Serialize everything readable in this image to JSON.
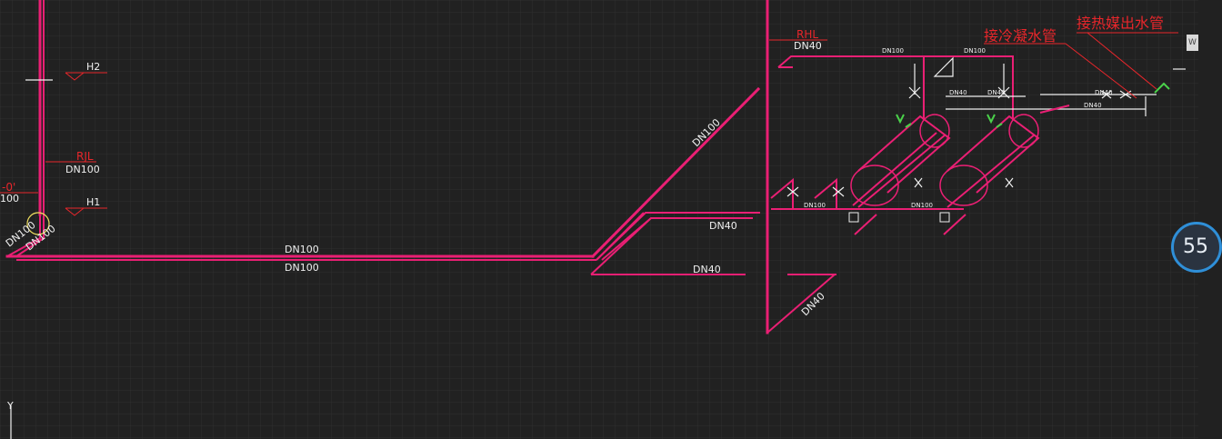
{
  "labels": {
    "h2": "H2",
    "h1": "H1",
    "rjl": "RJL",
    "rhl": "RHL",
    "elev": "-0'",
    "dn100_left": "100",
    "dn100_elbow_a": "DN100",
    "dn100_elbow_b": "DN100",
    "dn100_riser": "DN100",
    "dn100_bottom_top": "DN100",
    "dn100_bottom_bot": "DN100",
    "dn100_diag": "DN100",
    "dn40_rhl": "DN40",
    "dn40_mid": "DN40",
    "dn40_low": "DN40",
    "dn40_diag": "DN40",
    "cn_condense": "接冷凝水管",
    "cn_heat_out": "接热媒出水管",
    "small_dn100_a": "DN100",
    "small_dn100_b": "DN100",
    "small_dn100_c": "DN100",
    "small_dn100_d": "DN100",
    "small_dn40_a": "DN40",
    "small_dn40_b": "DN40",
    "small_dn40_c": "DN40",
    "small_dn40_d": "DN40",
    "y_axis": "Y"
  },
  "ui": {
    "zoom": "55",
    "side_tab": "W"
  },
  "colors": {
    "background": "#212121",
    "grid": "#2e2e2e",
    "pipe": "#ea1f74",
    "annotation": "#e8262b",
    "text": "#f0f0f0",
    "valve_green": "#4ad24a"
  }
}
